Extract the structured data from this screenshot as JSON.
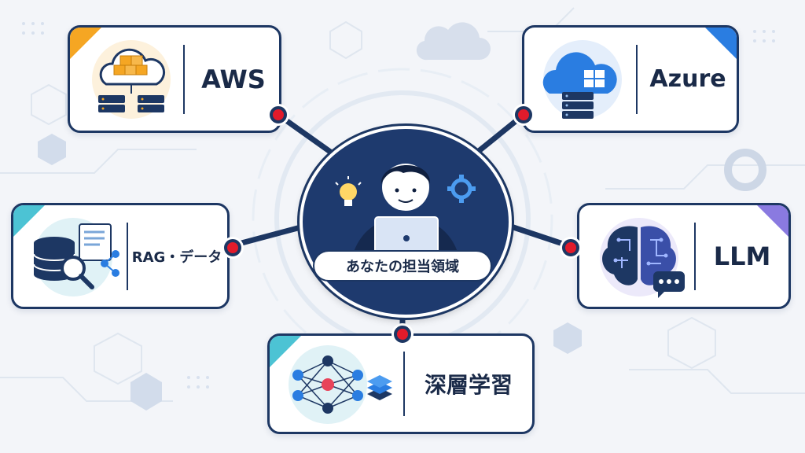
{
  "center": {
    "label": "あなたの担当領域"
  },
  "cards": {
    "aws": {
      "label": "AWS"
    },
    "azure": {
      "label": "Azure"
    },
    "rag": {
      "label": "RAG・データ"
    },
    "llm": {
      "label": "LLM"
    },
    "deep_learning": {
      "label": "深層学習"
    }
  },
  "colors": {
    "navy": "#1d3763",
    "center_fill": "#1e3a6e",
    "accent_red": "#e21b2b",
    "aws_orange": "#f5a623",
    "azure_blue": "#2a7de1",
    "llm_purple": "#6a5acd",
    "teal": "#4cc3d4"
  }
}
